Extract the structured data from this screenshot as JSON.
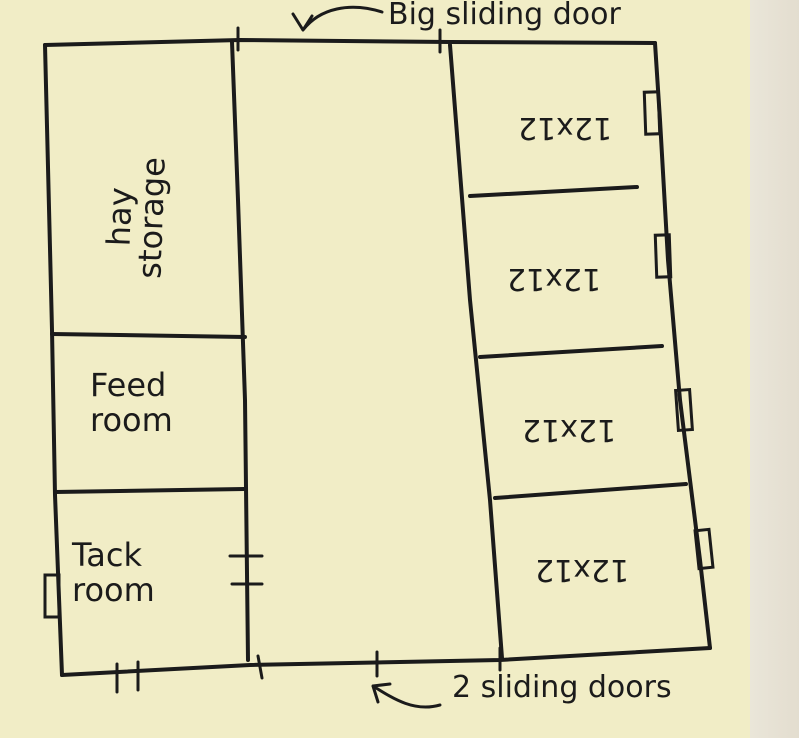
{
  "labels": {
    "big_door": "Big sliding door",
    "bottom_doors": "2 sliding doors",
    "hay_storage": [
      "hay",
      "storage"
    ],
    "feed_room": [
      "Feed",
      "room"
    ],
    "tack_room": [
      "Tack",
      "room"
    ],
    "stalls": [
      "12x12",
      "12x12",
      "12x12",
      "12x12"
    ]
  },
  "colors": {
    "paper": "#f1edc6",
    "ink": "#1b1b1b"
  }
}
